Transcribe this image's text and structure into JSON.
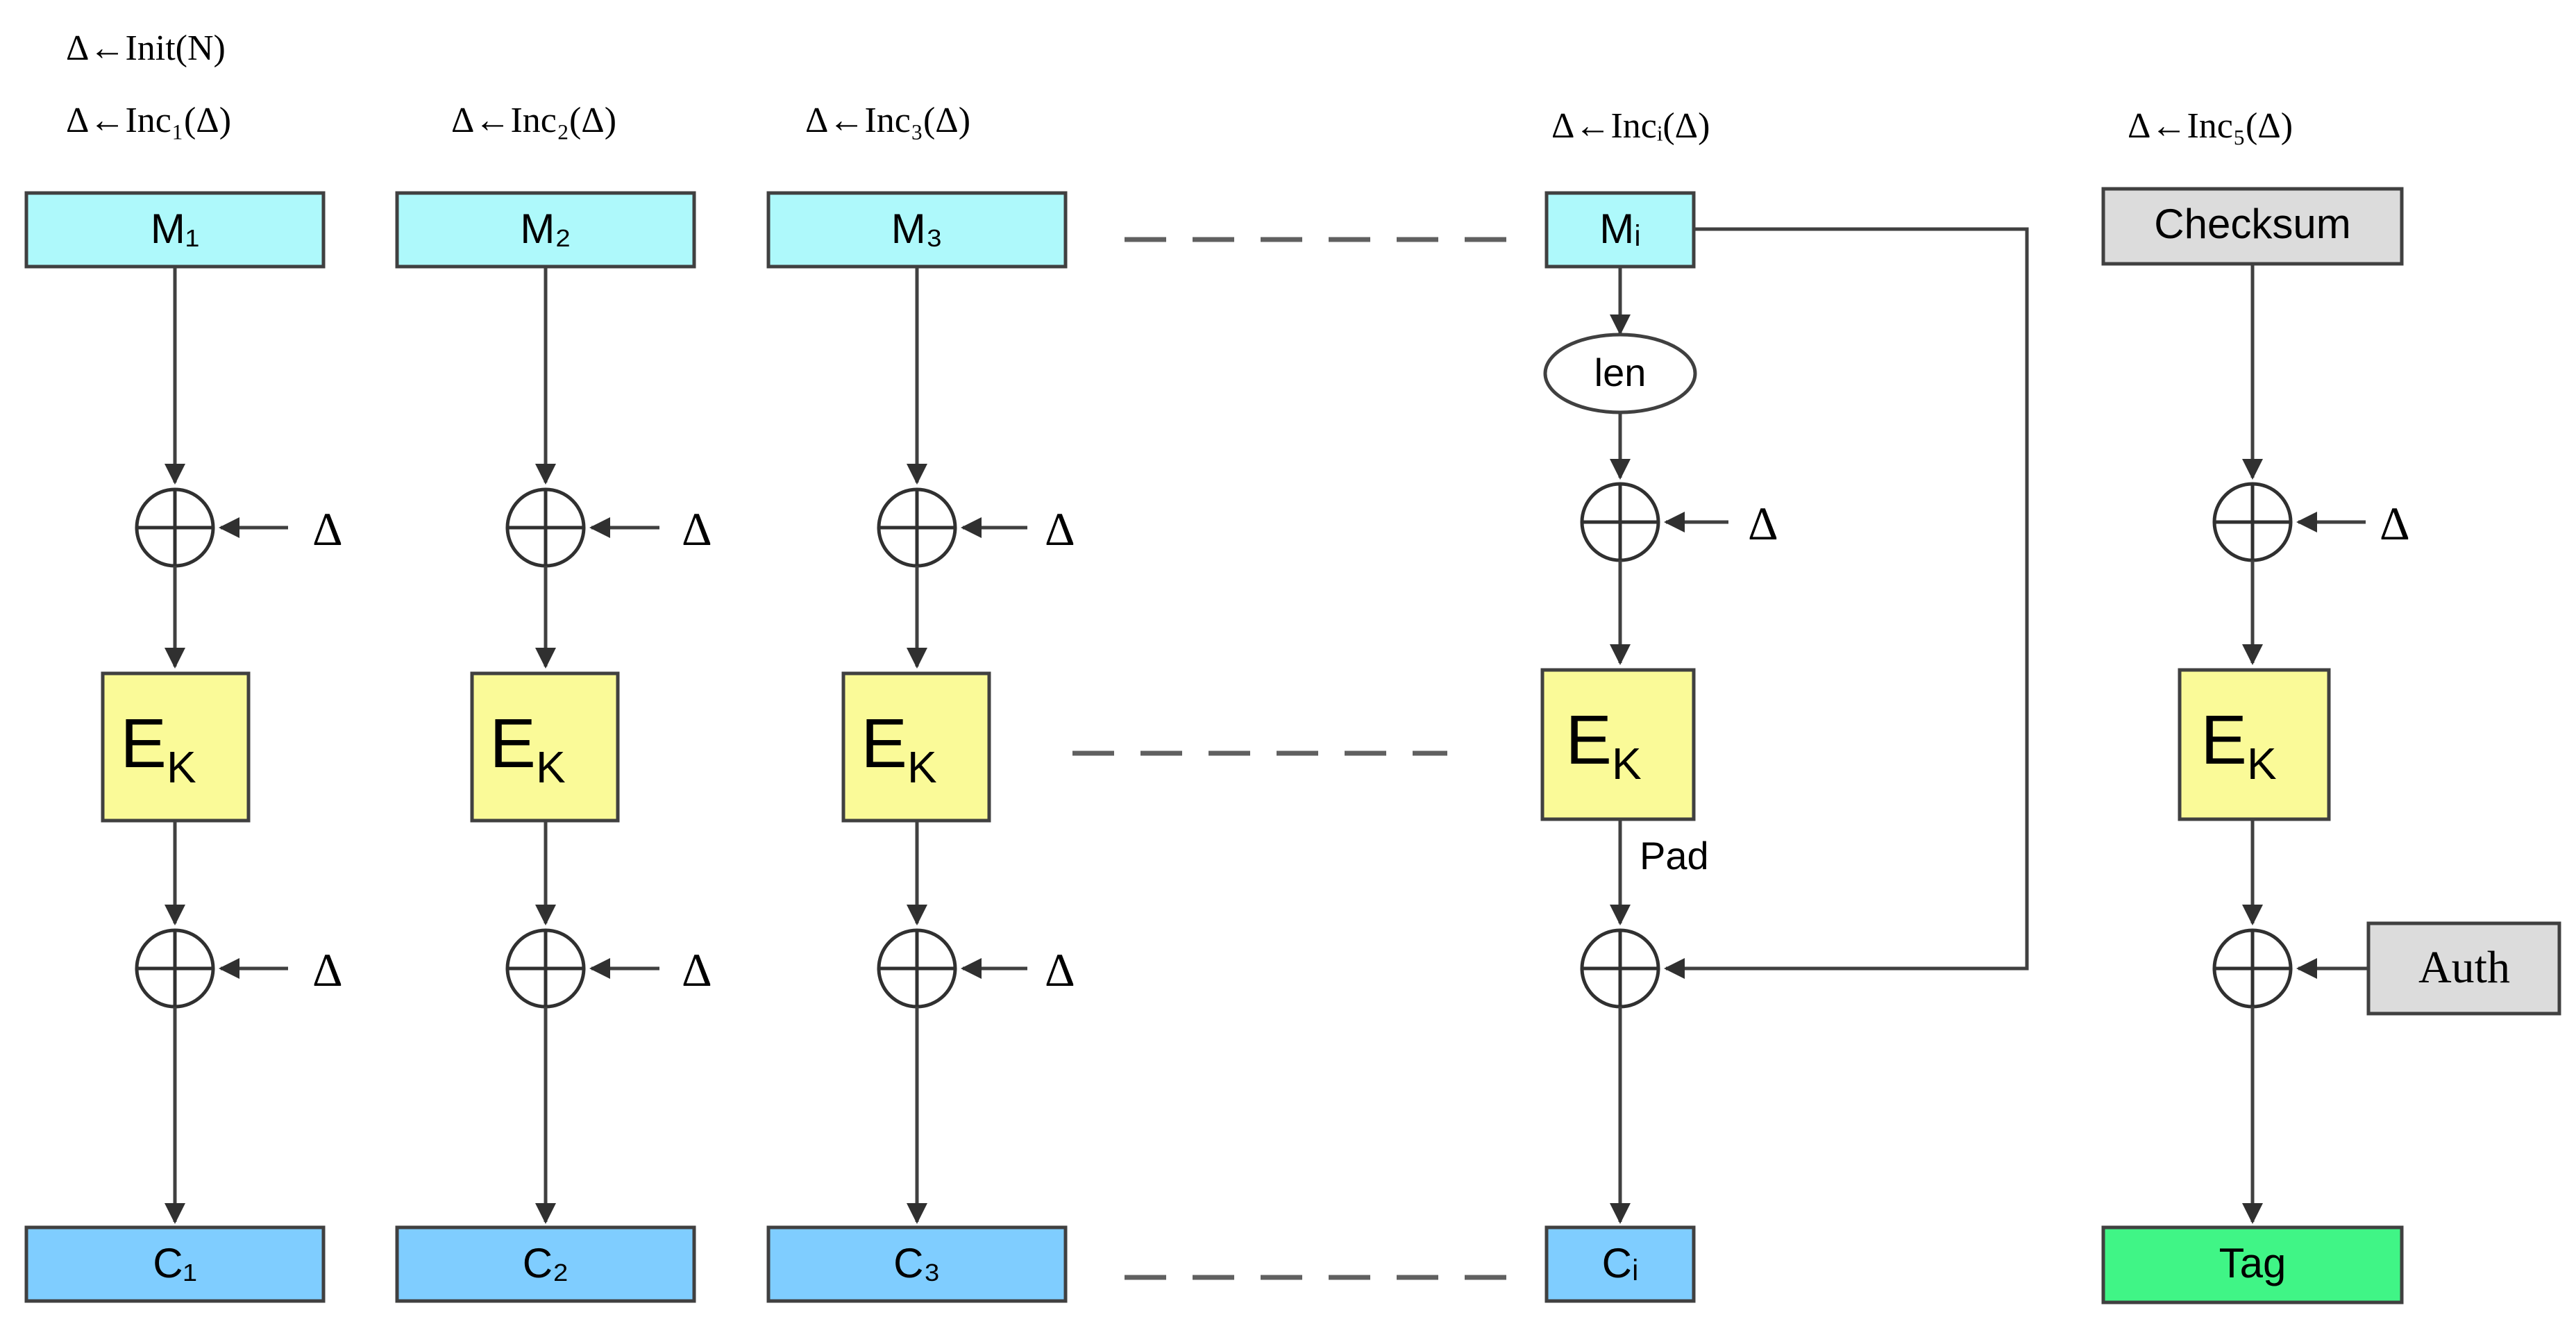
{
  "labels": {
    "init": "Δ←Init(N)",
    "inc1": "Δ←Inc₁(Δ)",
    "inc2": "Δ←Inc₂(Δ)",
    "inc3": "Δ←Inc₃(Δ)",
    "inci": "Δ←Incᵢ(Δ)",
    "inc5": "Δ←Inc₅(Δ)"
  },
  "blocks": {
    "m1": "M₁",
    "m2": "M₂",
    "m3": "M₃",
    "mi": "Mᵢ",
    "c1": "C₁",
    "c2": "C₂",
    "c3": "C₃",
    "ci": "Cᵢ",
    "checksum": "Checksum",
    "tag": "Tag",
    "auth": "Auth",
    "len": "len",
    "pad": "Pad",
    "ek": "E",
    "ek_sub": "K",
    "delta": "Δ"
  },
  "colors": {
    "input_block": "#aef9fb",
    "output_block": "#7fcdff",
    "cipher_block": "#fafa98",
    "gray_block": "#dcdcdc",
    "tag_block": "#40f586"
  }
}
